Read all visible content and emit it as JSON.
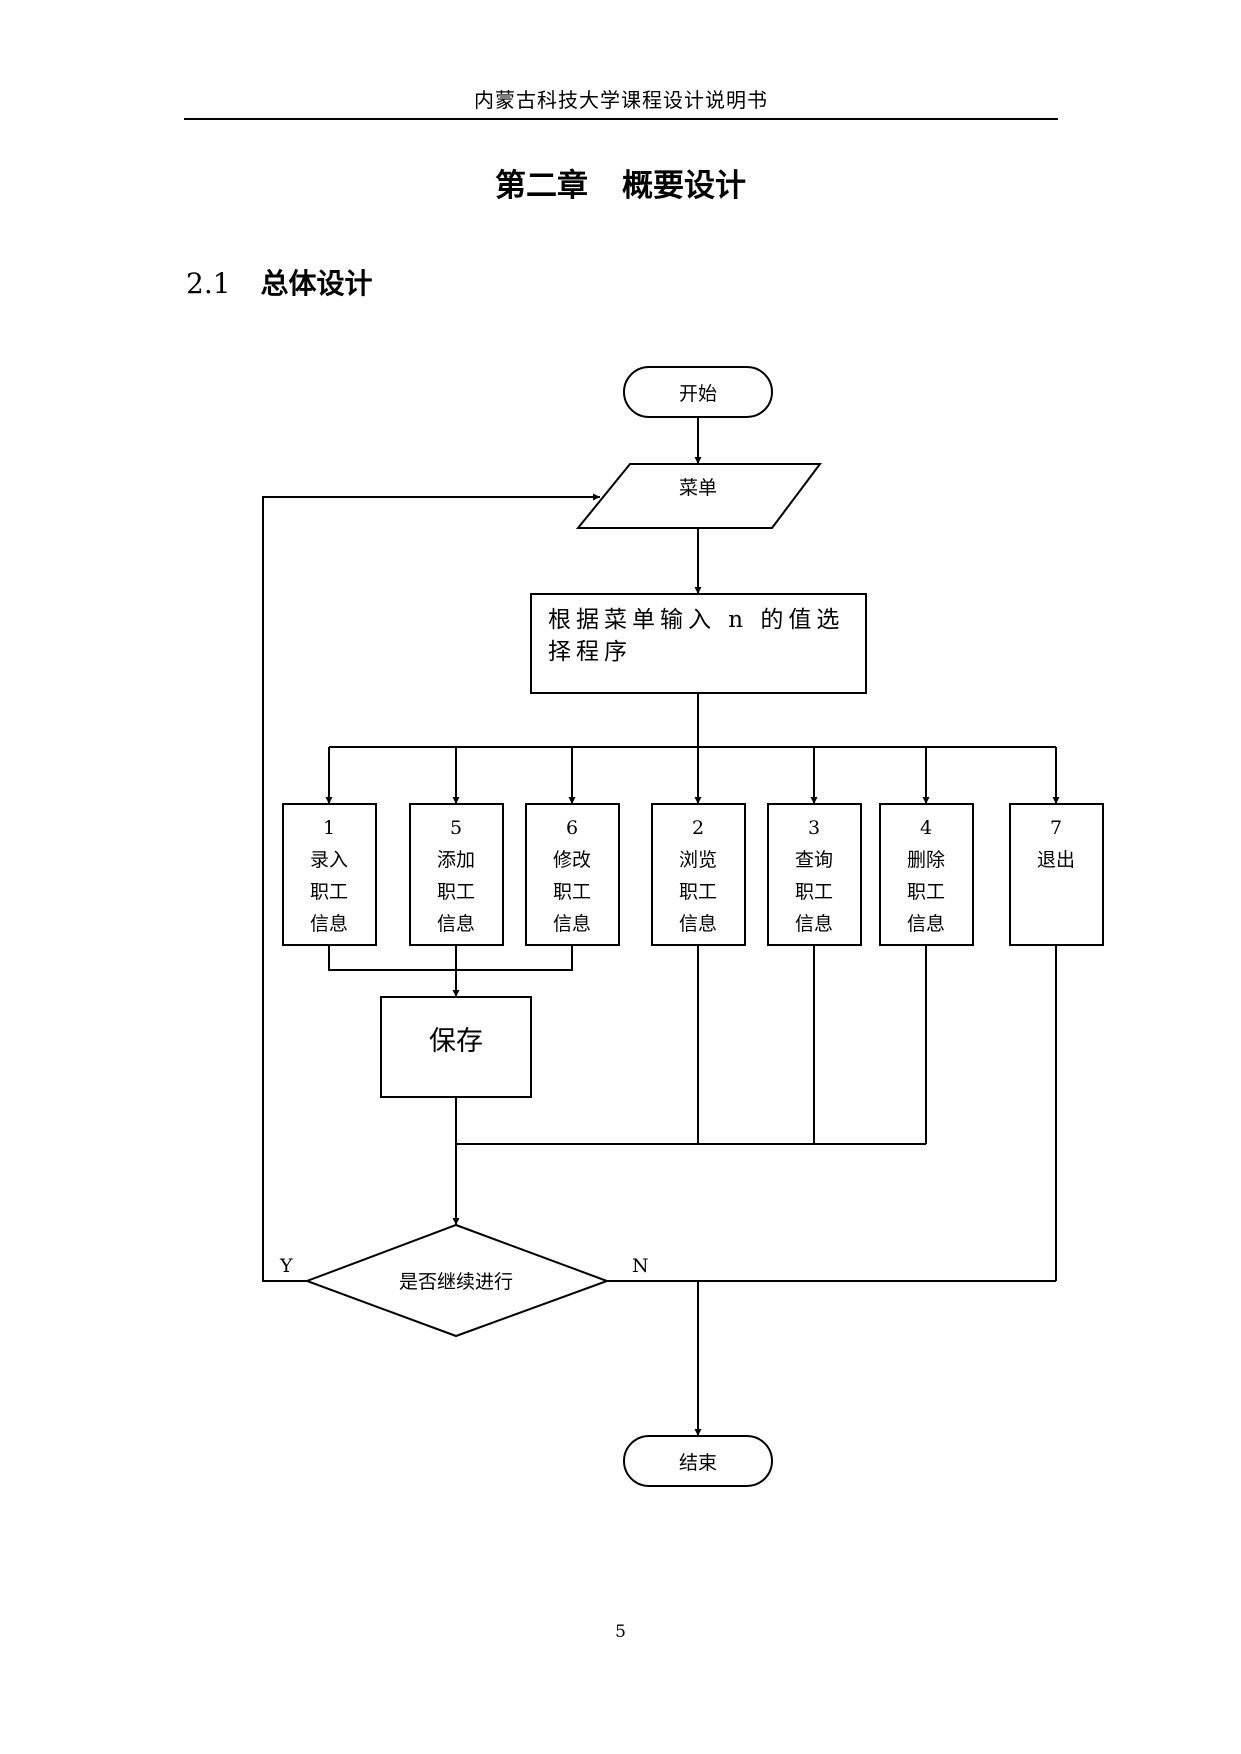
{
  "header": {
    "text": "内蒙古科技大学课程设计说明书"
  },
  "chapter": {
    "number": "第二章",
    "title": "概要设计"
  },
  "section": {
    "number": "2.1",
    "title": "总体设计"
  },
  "flowchart": {
    "start": "开始",
    "menu": "菜单",
    "select_line1": "根据菜单输入 n 的值选",
    "select_line2": "择程序",
    "options": [
      {
        "num": "1",
        "l1": "录入",
        "l2": "职工",
        "l3": "信息"
      },
      {
        "num": "5",
        "l1": "添加",
        "l2": "职工",
        "l3": "信息"
      },
      {
        "num": "6",
        "l1": "修改",
        "l2": "职工",
        "l3": "信息"
      },
      {
        "num": "2",
        "l1": "浏览",
        "l2": "职工",
        "l3": "信息"
      },
      {
        "num": "3",
        "l1": "查询",
        "l2": "职工",
        "l3": "信息"
      },
      {
        "num": "4",
        "l1": "删除",
        "l2": "职工",
        "l3": "信息"
      },
      {
        "num": "7",
        "l1": "退出"
      }
    ],
    "save": "保存",
    "decision": "是否继续进行",
    "yes": "Y",
    "no": "N",
    "end": "结束"
  },
  "page_number": "5"
}
